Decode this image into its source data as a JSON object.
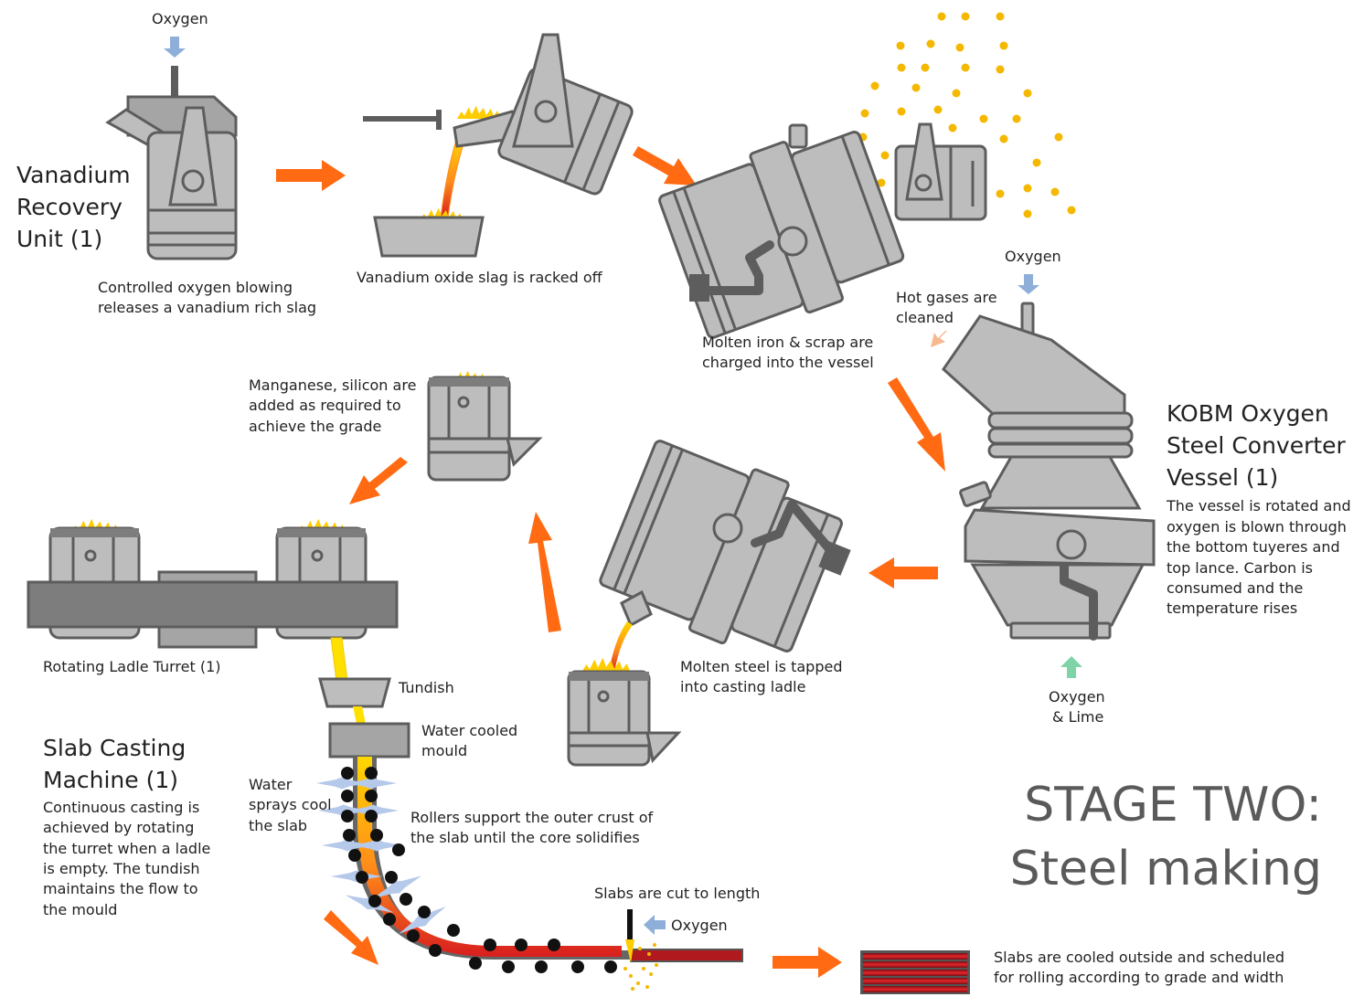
{
  "colors": {
    "process_arrow": "#ff6a13",
    "oxygen_arrow": "#8eb0d8",
    "gas_arrow": "#f7b98f",
    "lime_arrow": "#7fd3a8",
    "steel_fill": "#bdbdbd",
    "steel_outline": "#5d5d5d",
    "flame": "#ffcc00",
    "hot_slab": "#c8161d"
  },
  "stage": {
    "line1": "STAGE TWO:",
    "line2": "Steel making"
  },
  "vanadium": {
    "title": [
      "Vanadium",
      "Recovery",
      "Unit (1)"
    ],
    "oxygen": "Oxygen",
    "caption": [
      "Controlled oxygen blowing",
      "releases a vanadium rich slag"
    ],
    "slag_caption": "Vanadium oxide slag is racked off"
  },
  "charging": {
    "caption": [
      "Molten iron & scrap are",
      "charged into the vessel"
    ]
  },
  "kobm": {
    "title": [
      "KOBM Oxygen",
      "Steel Converter",
      "Vessel (1)"
    ],
    "description": [
      "The vessel is rotated and",
      "oxygen is blown through",
      "the bottom tuyeres and",
      "top lance. Carbon is",
      "consumed and the",
      "temperature rises"
    ],
    "oxygen_top": "Oxygen",
    "hot_gases": [
      "Hot gases are",
      "cleaned"
    ],
    "oxygen_lime": [
      "Oxygen",
      "& Lime"
    ]
  },
  "tapping": {
    "caption": [
      "Molten steel is tapped",
      "into casting ladle"
    ]
  },
  "alloy": {
    "caption": [
      "Manganese, silicon are",
      "added as required to",
      "achieve the grade"
    ]
  },
  "turret": {
    "caption": "Rotating Ladle Turret (1)"
  },
  "casting": {
    "tundish": "Tundish",
    "mould": [
      "Water cooled",
      "mould"
    ],
    "water": [
      "Water",
      "sprays cool",
      "the slab"
    ],
    "rollers": [
      "Rollers support the outer crust of",
      "the slab until the core solidifies"
    ],
    "title": [
      "Slab Casting",
      "Machine (1)"
    ],
    "description": [
      "Continuous casting is",
      "achieved by rotating",
      "the turret when a ladle",
      "is empty. The tundish",
      "maintains the flow to",
      "the mould"
    ],
    "cut": "Slabs are cut to length",
    "cut_oxygen": "Oxygen",
    "cooled": [
      "Slabs are cooled outside and scheduled",
      "for rolling according to grade and width"
    ]
  }
}
